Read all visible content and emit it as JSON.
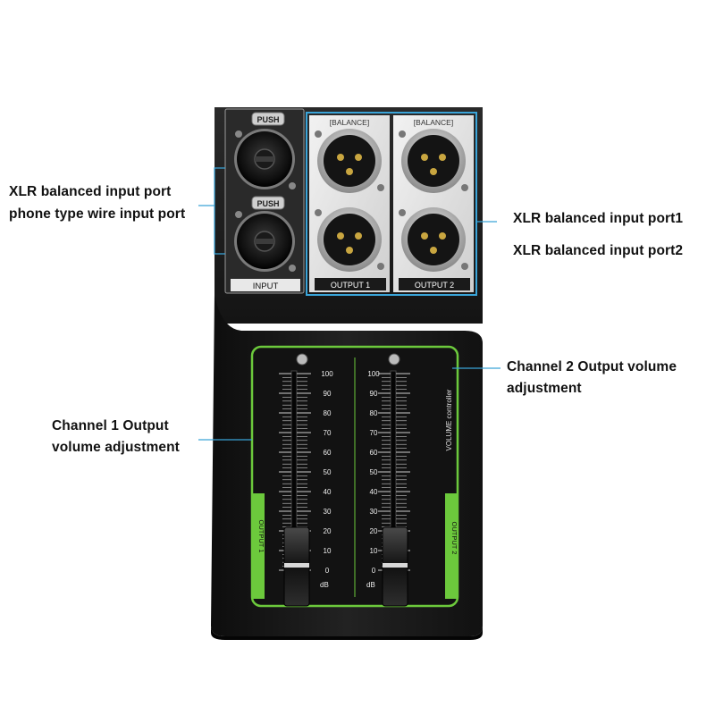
{
  "callouts": {
    "input_left": {
      "line1": "XLR balanced input port",
      "line2": "phone type wire input port"
    },
    "output_right": {
      "line1": "XLR balanced input port1",
      "line2": "XLR balanced input port2"
    },
    "channel2": {
      "line1": "Channel 2 Output volume",
      "line2": "adjustment"
    },
    "channel1": {
      "line1": "Channel 1 Output",
      "line2": "volume adjustment"
    }
  },
  "panel": {
    "input_label": "INPUT",
    "output1_label": "OUTPUT 1",
    "output2_label": "OUTPUT 2",
    "balance_label": "[BALANCE]",
    "push_label": "PUSH",
    "volume_label": "VOLUME  controller",
    "fader1_side_label": "OUTPUT 1",
    "fader2_side_label": "OUTPUT 2",
    "scale": [
      "100",
      "90",
      "80",
      "70",
      "60",
      "50",
      "40",
      "30",
      "20",
      "10",
      "0"
    ],
    "scale_unit": "dB"
  },
  "colors": {
    "accent_callout": "#3aa4d8",
    "fader_green": "#6cc93c",
    "device_body": "#1b1b1b"
  }
}
